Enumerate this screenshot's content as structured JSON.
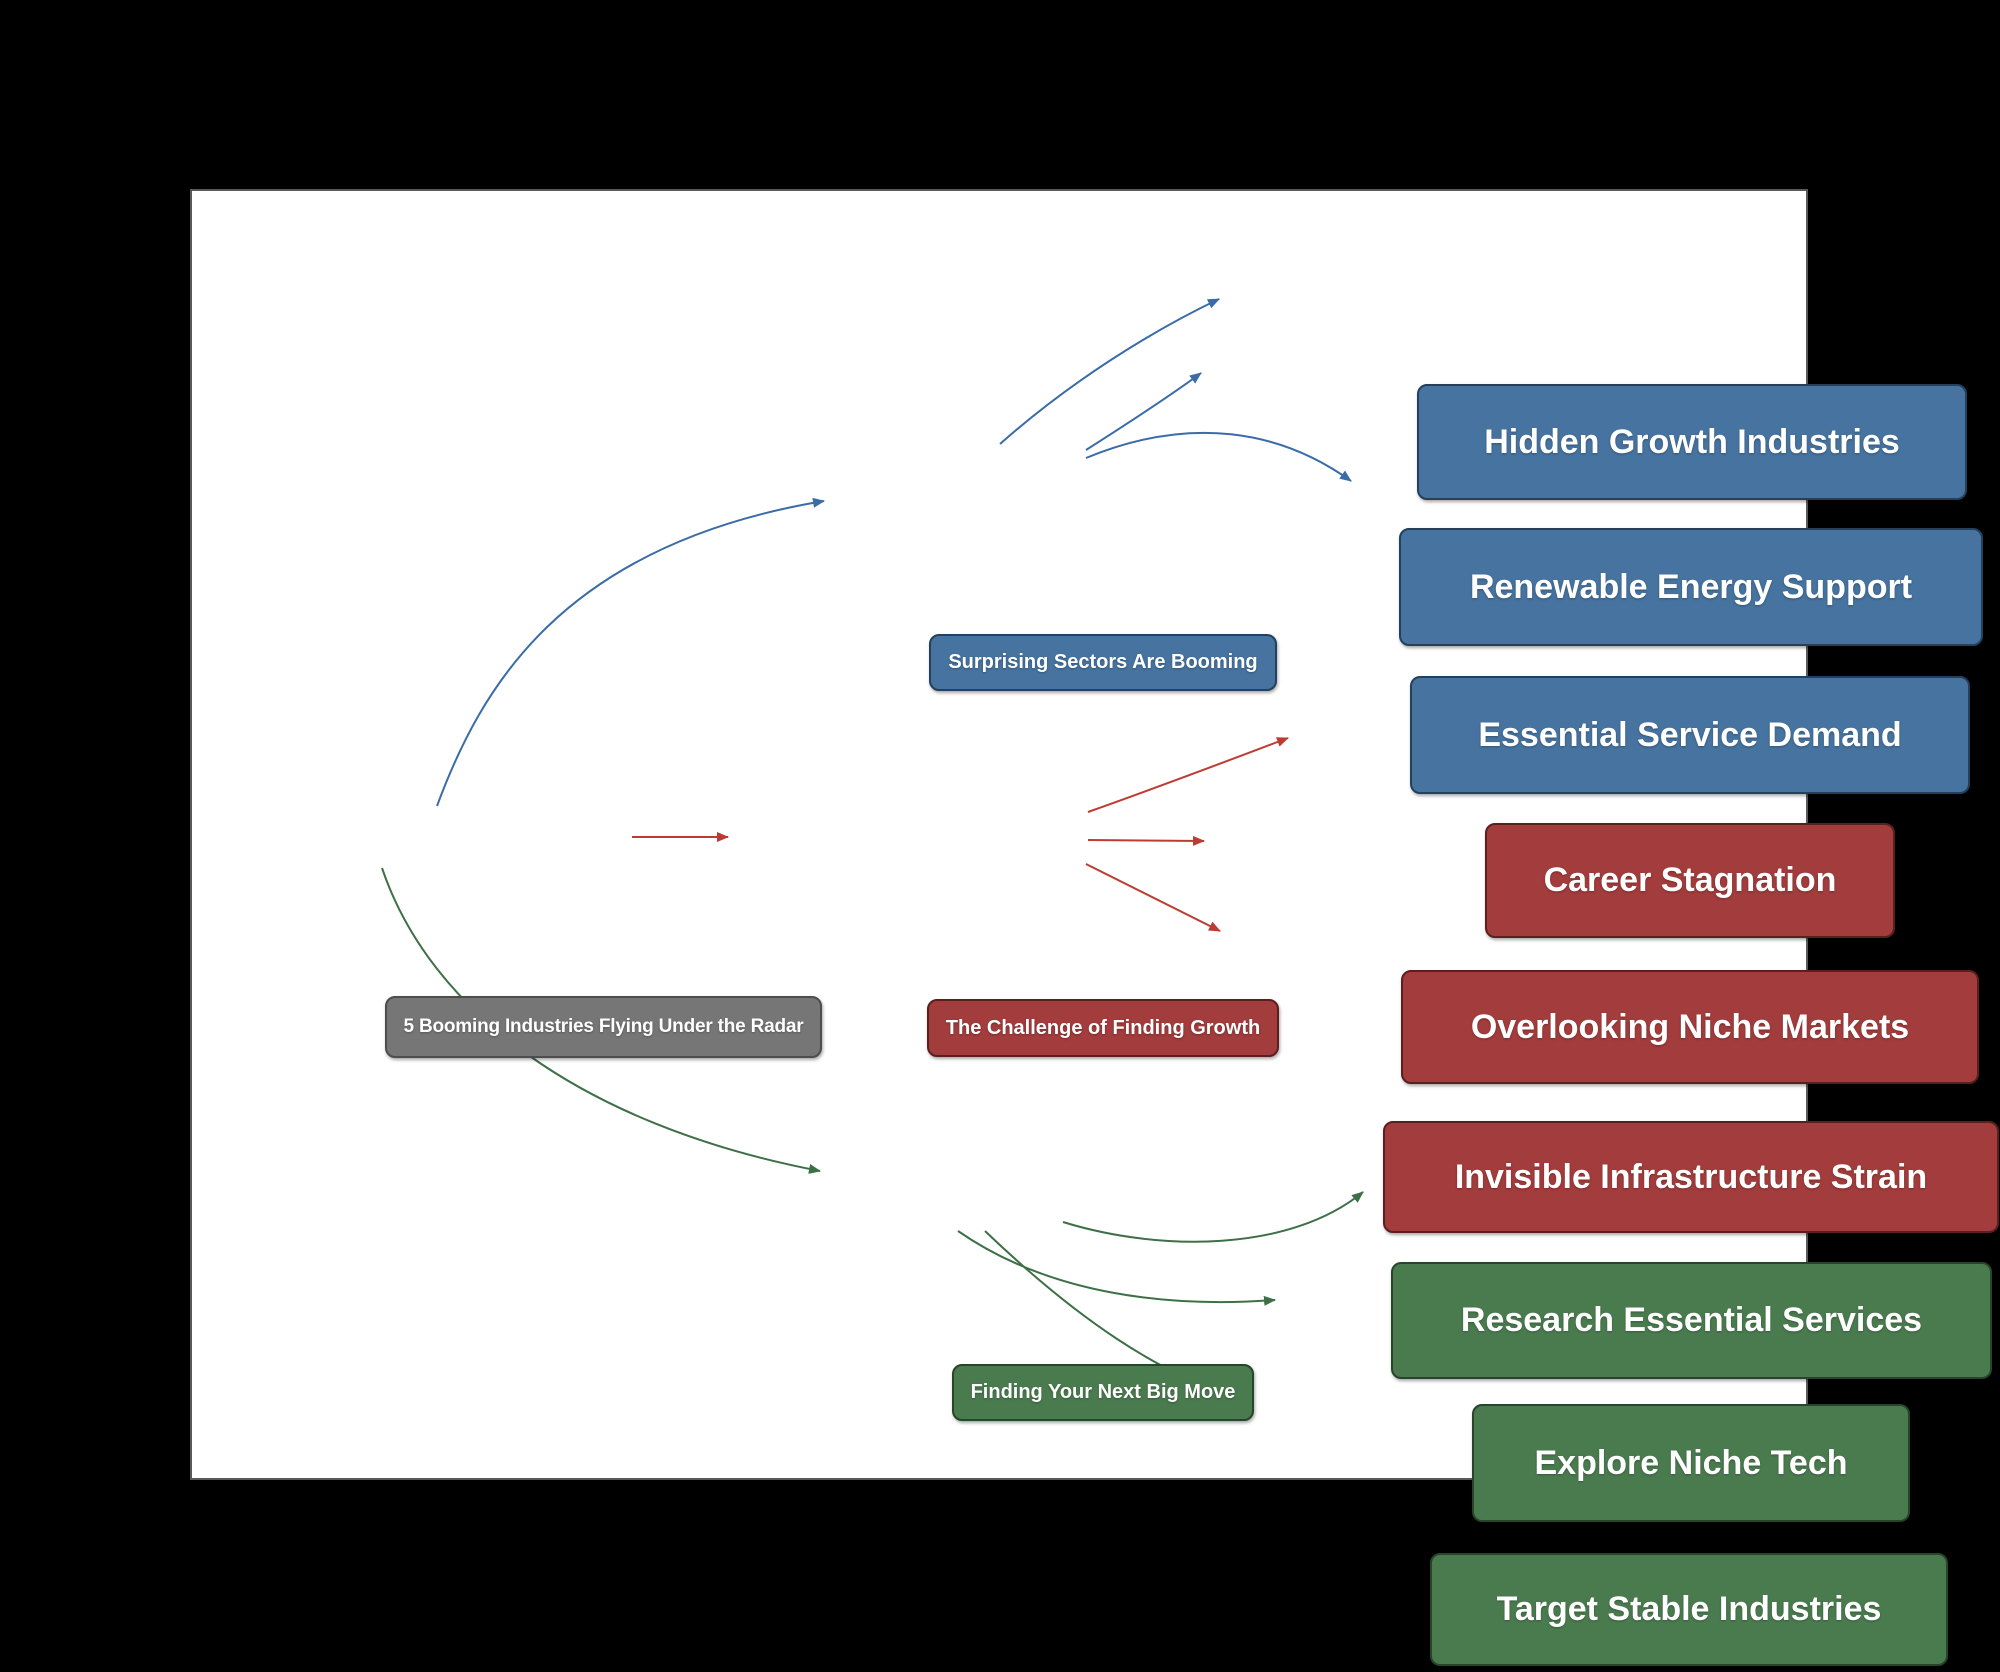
{
  "diagram": {
    "type": "mindmap",
    "colors": {
      "page_background": "#000000",
      "board_background": "#FFFFFF",
      "board_border": "#5A5A5A",
      "root_fill": "#767676",
      "blue_fill": "#46739F",
      "red_fill": "#A33C3C",
      "green_fill": "#4A7B4F",
      "blue_edge": "#3A6CA8",
      "red_edge": "#BE3B34",
      "green_edge": "#3E7048",
      "node_text": "#FFFFFF"
    },
    "nodes": {
      "root": {
        "label": "5 Booming Industries Flying Under the Radar",
        "color": "#767676"
      },
      "surprising": {
        "label": "Surprising Sectors Are Booming",
        "color": "#46739F"
      },
      "hidden": {
        "label": "Hidden Growth Industries",
        "color": "#46739F"
      },
      "renewable": {
        "label": "Renewable Energy Support",
        "color": "#46739F"
      },
      "essential": {
        "label": "Essential Service Demand",
        "color": "#46739F"
      },
      "challenge": {
        "label": "The Challenge of Finding Growth",
        "color": "#A33C3C"
      },
      "career": {
        "label": "Career Stagnation",
        "color": "#A33C3C"
      },
      "overlooking": {
        "label": "Overlooking Niche Markets",
        "color": "#A33C3C"
      },
      "invisible": {
        "label": "Invisible Infrastructure Strain",
        "color": "#A33C3C"
      },
      "finding": {
        "label": "Finding Your Next Big Move",
        "color": "#4A7B4F"
      },
      "research": {
        "label": "Research Essential Services",
        "color": "#4A7B4F"
      },
      "explore": {
        "label": "Explore Niche Tech",
        "color": "#4A7B4F"
      },
      "target": {
        "label": "Target Stable Industries",
        "color": "#4A7B4F"
      }
    },
    "edges": [
      {
        "from": "root",
        "to": "surprising",
        "color": "blue"
      },
      {
        "from": "root",
        "to": "challenge",
        "color": "red"
      },
      {
        "from": "root",
        "to": "finding",
        "color": "green"
      },
      {
        "from": "surprising",
        "to": "hidden",
        "color": "blue"
      },
      {
        "from": "surprising",
        "to": "renewable",
        "color": "blue"
      },
      {
        "from": "surprising",
        "to": "essential",
        "color": "blue"
      },
      {
        "from": "challenge",
        "to": "career",
        "color": "red"
      },
      {
        "from": "challenge",
        "to": "overlooking",
        "color": "red"
      },
      {
        "from": "challenge",
        "to": "invisible",
        "color": "red"
      },
      {
        "from": "finding",
        "to": "research",
        "color": "green"
      },
      {
        "from": "finding",
        "to": "explore",
        "color": "green"
      },
      {
        "from": "finding",
        "to": "target",
        "color": "green"
      }
    ]
  }
}
